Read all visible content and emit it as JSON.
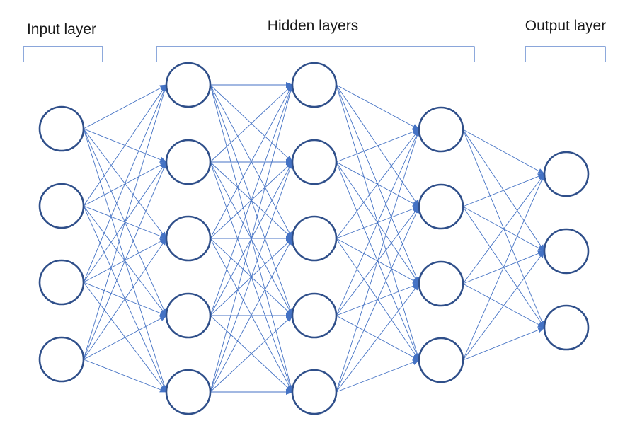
{
  "labels": {
    "input": "Input layer",
    "hidden": "Hidden layers",
    "output": "Output layer"
  },
  "network": {
    "layer_sizes": [
      4,
      5,
      5,
      4,
      3
    ],
    "fully_connected": true,
    "directed": true
  },
  "colors": {
    "node_stroke": "#2F4F8A",
    "edge": "#4472C4",
    "bracket": "#4472C4",
    "background": "#FFFFFF"
  }
}
